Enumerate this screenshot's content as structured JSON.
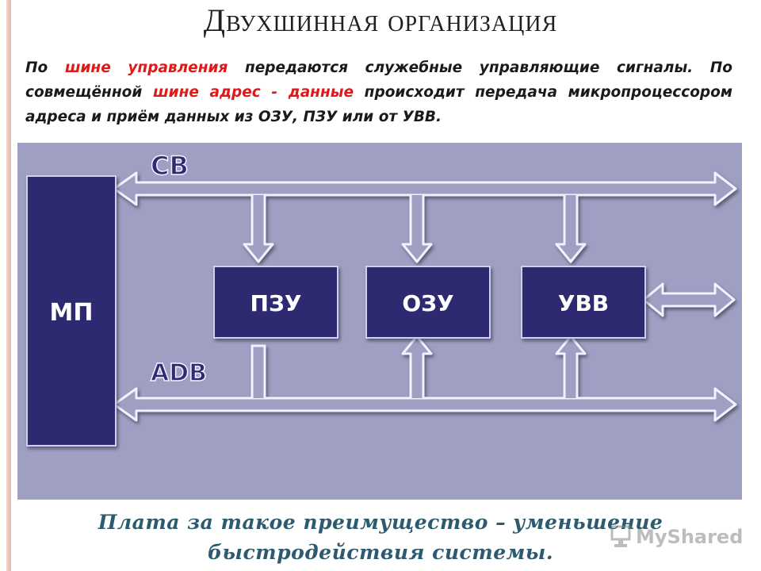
{
  "slide": {
    "title": "Двухшинная организация",
    "paragraph": {
      "p1": "По ",
      "r1": "шине управления",
      "p2": " передаются служебные управляющие сигналы. По совмещённой ",
      "r2": "шине адрес - данные",
      "p3": " происходит передача микропроцессором адреса и приём данных из ОЗУ, ПЗУ или от УВВ."
    },
    "footer_line1": "Плата за такое преимущество – уменьшение",
    "footer_line2": "быстродействия системы."
  },
  "diagram": {
    "bus_control_label": "СВ",
    "bus_address_data_label": "ADB",
    "blocks": {
      "mp": "МП",
      "rom": "ПЗУ",
      "ram": "ОЗУ",
      "io": "УВВ"
    }
  },
  "watermark": {
    "text": "MyShared"
  },
  "colors": {
    "diagram_bg": "#9f9fc4",
    "block_fill": "#2f2b72",
    "red_text": "#e01818",
    "footer_text": "#2c5a6e"
  }
}
